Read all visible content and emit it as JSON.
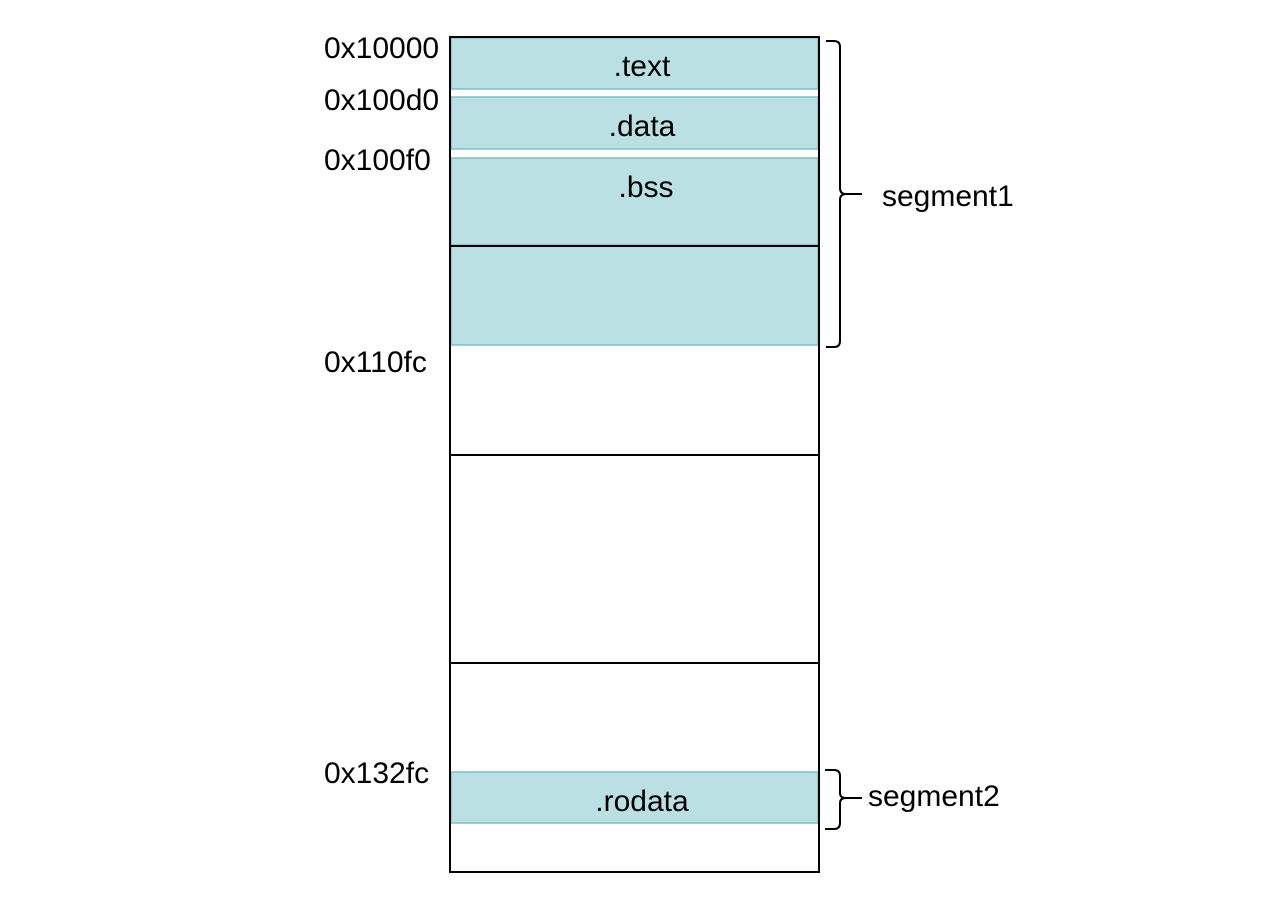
{
  "colors": {
    "section_fill": "#bae0e4",
    "section_edge": "#7fbfc6",
    "line": "#000000",
    "background": "#ffffff"
  },
  "address_labels": {
    "text_start": "0x10000",
    "data_start": "0x100d0",
    "bss_start": "0x100f0",
    "segment1_end": "0x110fc",
    "rodata_start": "0x132fc"
  },
  "sections": {
    "text": ".text",
    "data": ".data",
    "bss": ".bss",
    "rodata": ".rodata"
  },
  "segments": {
    "segment1": "segment1",
    "segment2": "segment2"
  }
}
